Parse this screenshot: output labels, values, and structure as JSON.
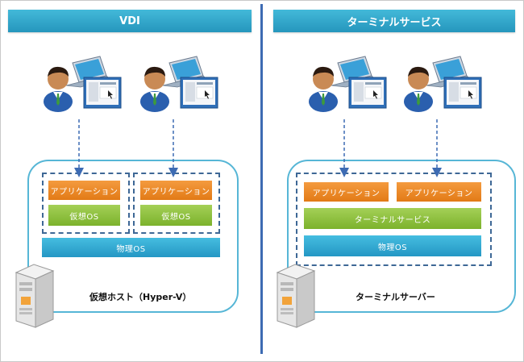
{
  "left": {
    "title": "VDI",
    "apps": [
      "アプリケーション",
      "アプリケーション"
    ],
    "guest_os": [
      "仮想OS",
      "仮想OS"
    ],
    "physical_os": "物理OS",
    "host_label": "仮想ホスト（Hyper-V）"
  },
  "right": {
    "title": "ターミナルサービス",
    "apps": [
      "アプリケーション",
      "アプリケーション"
    ],
    "terminal_service": "ターミナルサービス",
    "physical_os": "物理OS",
    "server_label": "ターミナルサーバー"
  },
  "icons": {
    "user": "user-with-computer-icon",
    "server": "server-tower-icon"
  },
  "colors": {
    "header": "#2fa7cf",
    "app_orange": "#ea8a25",
    "os_green": "#8cc13c",
    "physical_blue": "#31a9d2",
    "dashed_border": "#3e6896",
    "divider": "#3d6bb3"
  }
}
